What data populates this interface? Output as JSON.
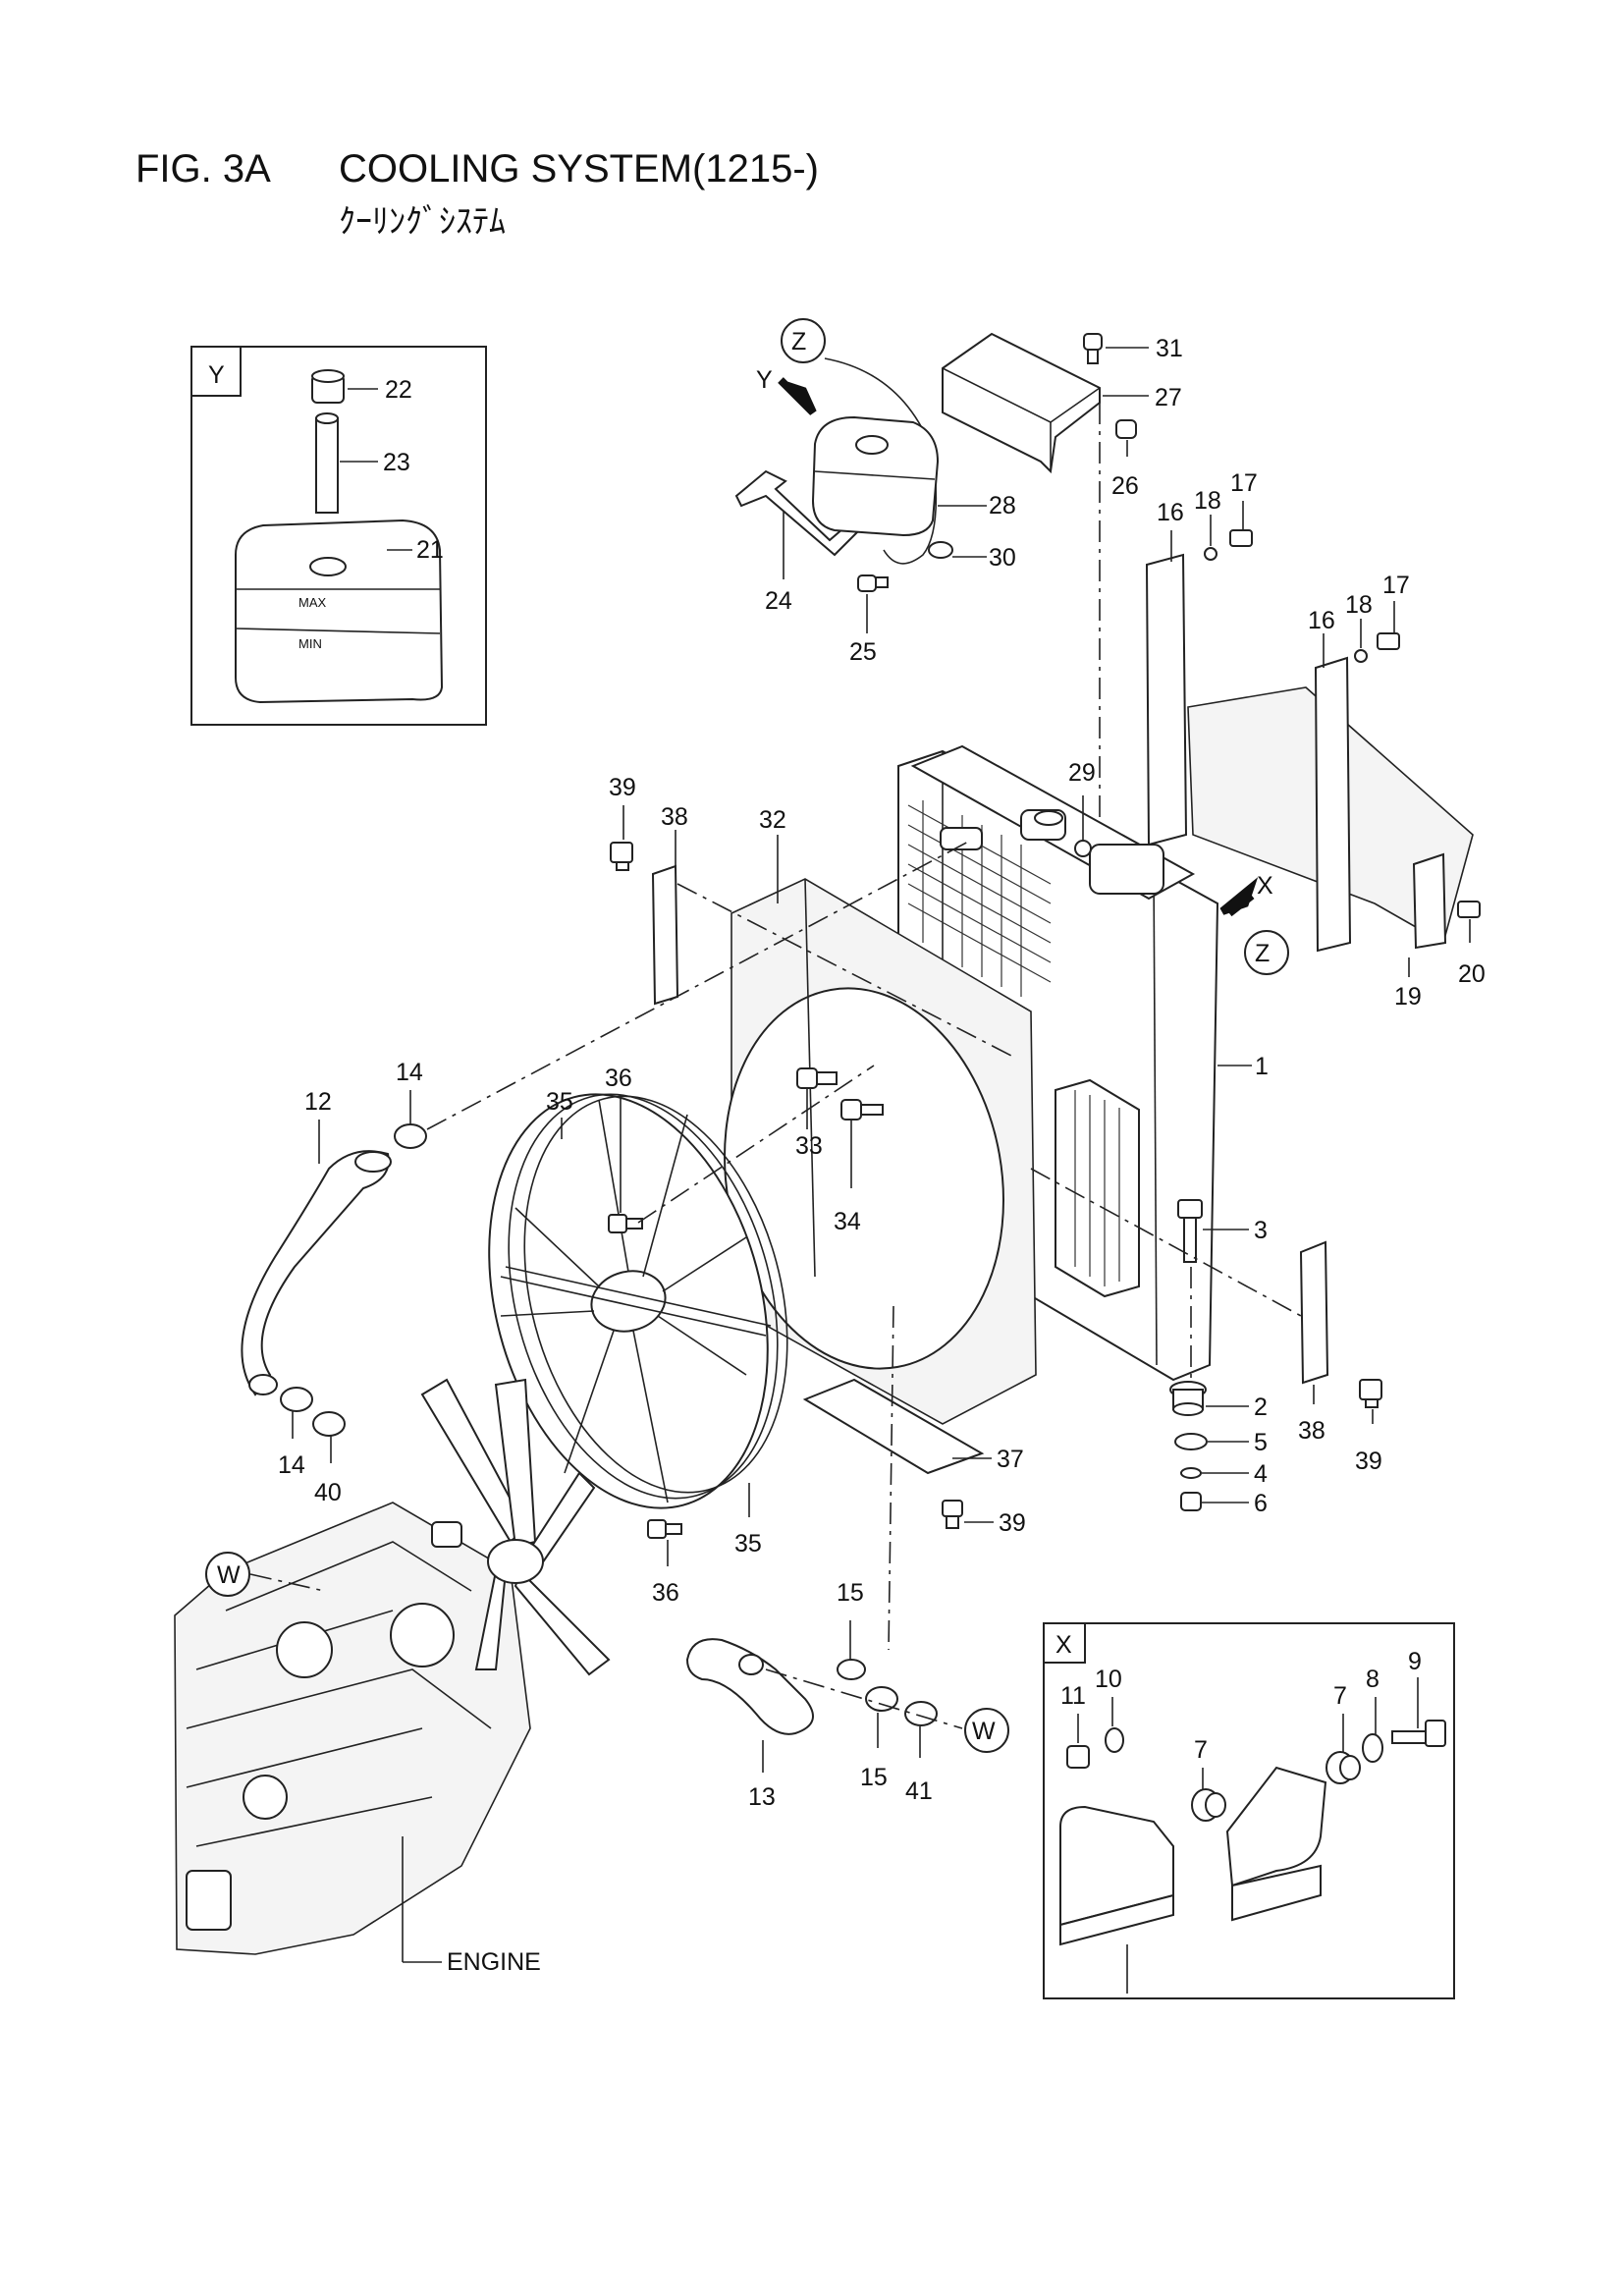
{
  "figure": {
    "number": "FIG. 3A",
    "title": "COOLING SYSTEM(1215-)",
    "subtitle": "ｸｰﾘﾝｸﾞｼｽﾃﾑ"
  },
  "insets": {
    "y": "Y",
    "x": "X"
  },
  "views": {
    "z": "Z",
    "w": "W",
    "arrow_y": "Y",
    "arrow_x": "X"
  },
  "engine_label": "ENGINE",
  "tank_marks": {
    "max": "MAX",
    "min": "MIN"
  },
  "callouts": {
    "c1": "1",
    "c2": "2",
    "c3": "3",
    "c4": "4",
    "c5": "5",
    "c6": "6",
    "c7a": "7",
    "c7b": "7",
    "c8": "8",
    "c9": "9",
    "c10": "10",
    "c11": "11",
    "c12": "12",
    "c13": "13",
    "c14a": "14",
    "c14b": "14",
    "c15a": "15",
    "c15b": "15",
    "c16a": "16",
    "c16b": "16",
    "c17a": "17",
    "c17b": "17",
    "c18a": "18",
    "c18b": "18",
    "c19": "19",
    "c20": "20",
    "c21": "21",
    "c22": "22",
    "c23": "23",
    "c24": "24",
    "c25": "25",
    "c26": "26",
    "c27": "27",
    "c28": "28",
    "c29": "29",
    "c30": "30",
    "c31": "31",
    "c32": "32",
    "c33": "33",
    "c34": "34",
    "c35a": "35",
    "c35b": "35",
    "c36a": "36",
    "c36b": "36",
    "c37": "37",
    "c38a": "38",
    "c38b": "38",
    "c39a": "39",
    "c39b": "39",
    "c39c": "39",
    "c40": "40",
    "c41": "41"
  }
}
